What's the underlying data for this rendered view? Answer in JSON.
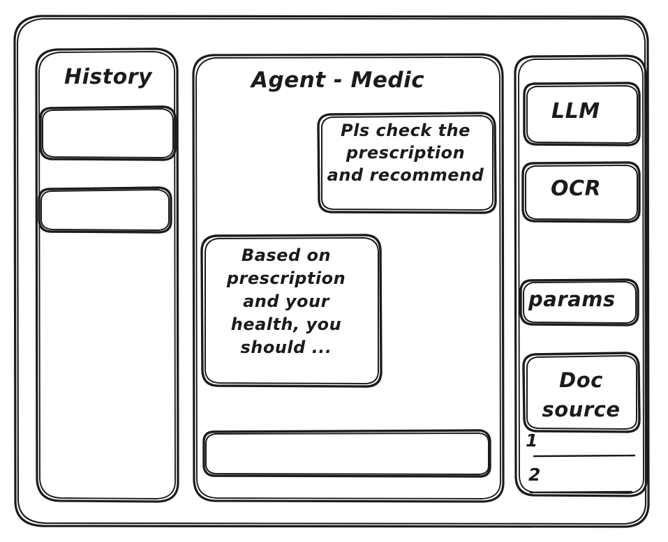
{
  "window": {
    "style": "hand-drawn-wireframe",
    "stroke_color": "#1b1b1b",
    "background_color": "#ffffff"
  },
  "sidebar_left": {
    "title": "History",
    "items": [
      {
        "label": "",
        "name": "history-item-1"
      },
      {
        "label": "",
        "name": "history-item-2"
      }
    ]
  },
  "main": {
    "title": "Agent - Medic",
    "messages": [
      {
        "role": "user",
        "text": "Pls check the\nprescription\nand recommend"
      },
      {
        "role": "assistant",
        "text": "Based on\nprescription\nand your\nhealth, you\nshould ..."
      }
    ],
    "composer": {
      "value": "",
      "placeholder": ""
    }
  },
  "sidebar_right": {
    "buttons": [
      {
        "label": "LLM",
        "name": "llm-button"
      },
      {
        "label": "OCR",
        "name": "ocr-button"
      },
      {
        "label": "params",
        "name": "params-button"
      }
    ],
    "doc_source": {
      "label": "Doc\nsource",
      "entries": [
        "1",
        "2"
      ]
    }
  }
}
